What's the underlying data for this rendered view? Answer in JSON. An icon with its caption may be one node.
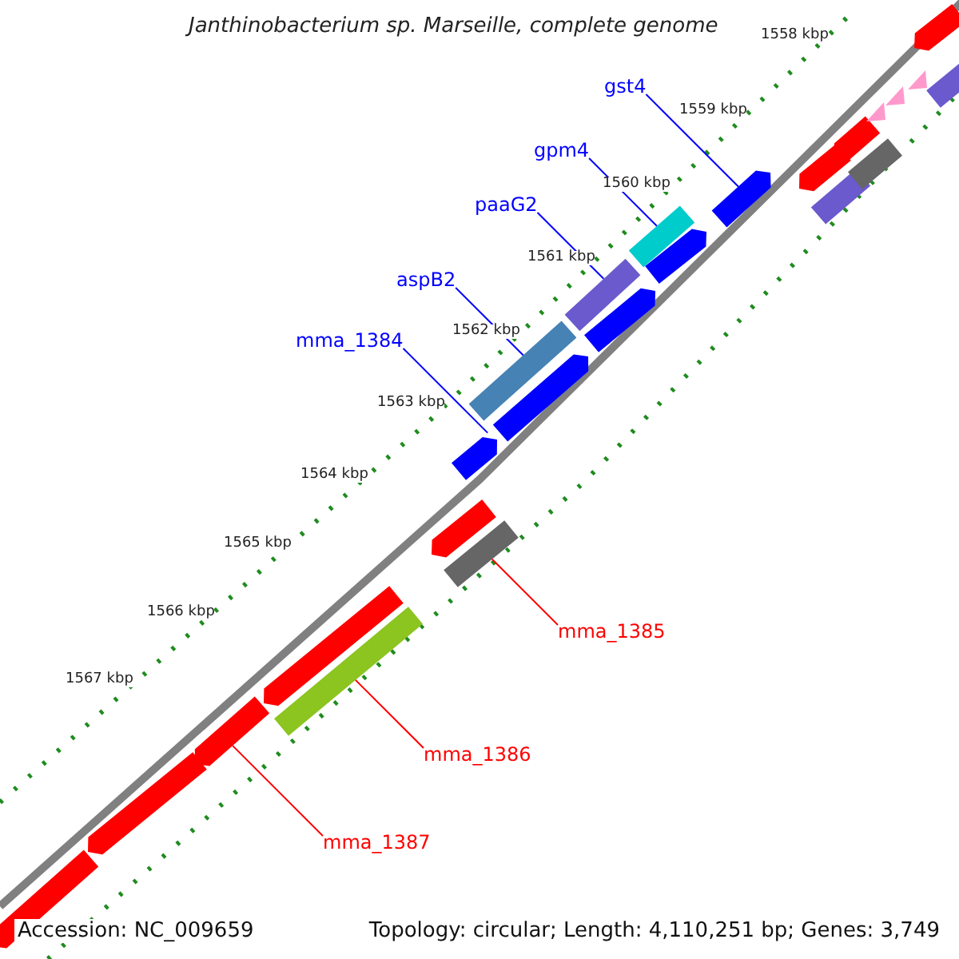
{
  "diagram": {
    "title": "Janthinobacterium sp. Marseille, complete genome",
    "nodes": [
      {
        "text": [
          "gst4"
        ]
      },
      {
        "text": [],
        "shape": "bar"
      },
      {
        "text": [
          "gpm4"
        ]
      },
      {
        "text": [],
        "shape": "bar"
      },
      {
        "text": [
          "paaG2"
        ]
      },
      {
        "text": [],
        "shape": "bar"
      },
      {
        "text": [
          "aspB2"
        ]
      },
      {
        "text": [],
        "shape": "bar"
      },
      {
        "text": [
          "mma_1384"
        ]
      },
      {
        "text": [],
        "shape": "bar"
      },
      {
        "text": [
          "mma_1385"
        ]
      },
      {
        "text": [],
        "shape": "bar"
      },
      {
        "text": [
          "mma_1386"
        ]
      },
      {
        "text": [],
        "shape": "bar"
      },
      {
        "text": [
          "mma_1387"
        ]
      },
      {
        "text": [],
        "shape": "bar"
      },
      {
        "text": [],
        "shape": "bar"
      },
      {
        "text": [],
        "shape": "bar"
      },
      {
        "text": [],
        "shape": "bar"
      },
      {
        "text": [],
        "shape": "bar"
      },
      {
        "text": [],
        "shape": "bar"
      },
      {
        "text": [],
        "shape": "bar"
      },
      {
        "text": [],
        "shape": "bar"
      },
      {
        "text": [],
        "shape": "bar"
      },
      {
        "text": [],
        "shape": "bar"
      },
      {
        "text": [],
        "shape": "bar"
      },
      {
        "text": [],
        "shape": "bar"
      },
      {
        "text": [],
        "shape": "bar"
      },
      {
        "text": [],
        "shape": "bar"
      },
      {
        "text": [],
        "shape": "triangle"
      },
      {
        "text": [],
        "shape": "triangle"
      },
      {
        "text": [],
        "shape": "triangle"
      }
    ],
    "edges": [
      {
        "from": 0,
        "to": 1,
        "arrow": "none"
      },
      {
        "from": 2,
        "to": 3,
        "arrow": "none"
      },
      {
        "from": 4,
        "to": 5,
        "arrow": "none"
      },
      {
        "from": 6,
        "to": 7,
        "arrow": "none"
      },
      {
        "from": 8,
        "to": 9,
        "arrow": "none"
      },
      {
        "from": 10,
        "to": 11,
        "arrow": "none",
        "color": "#ff0000"
      },
      {
        "from": 12,
        "to": 13,
        "arrow": "none",
        "color": "#ff0000"
      },
      {
        "from": 14,
        "to": 15,
        "arrow": "none",
        "color": "#ff0000"
      }
    ],
    "labels": [
      "1558 kbp",
      "1559 kbp",
      "1560 kbp",
      "1561 kbp",
      "1562 kbp",
      "1563 kbp",
      "1564 kbp",
      "1565 kbp",
      "1566 kbp",
      "1567 kbp",
      "Accession: NC_009659",
      "Topology: circular; Length: 4,110,251 bp; Genes: 3,749"
    ]
  }
}
